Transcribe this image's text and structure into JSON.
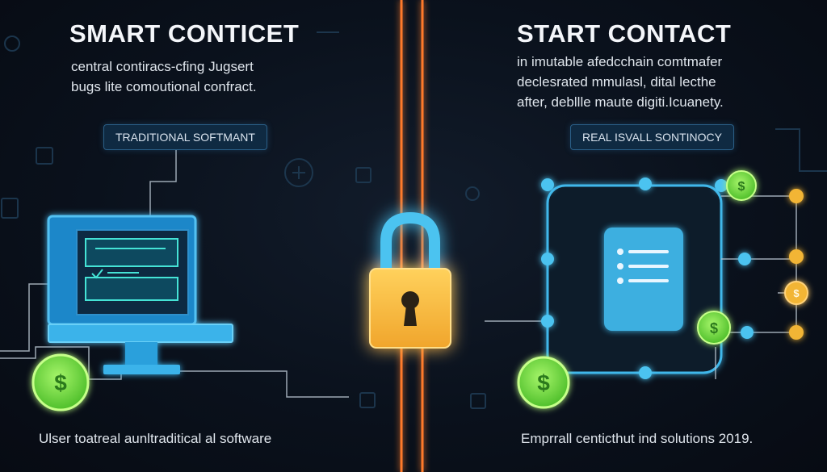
{
  "left": {
    "title": "SMART CONTICET",
    "description": [
      "central contiracs-cfing Jugsert",
      "bugs lite comoutional confract."
    ],
    "tag": "TRADITIONAL SOFTMANT",
    "caption": "Ulser toatreal aunltraditical al software"
  },
  "right": {
    "title": "START CONTACT",
    "description": [
      "in imutable afedcchain comtmafer",
      "declesrated mmulasl, dital lecthe",
      "after, debllle maute digiti.Icuanety."
    ],
    "tag": "REAL ISVALL SONTINOCY",
    "caption": "Emprrall centicthut ind solutions 2019."
  },
  "coin_symbol": "$",
  "colors": {
    "accent_blue": "#4cc3f0",
    "lock_gold": "#f5b942",
    "beam_orange": "#ff7a2a",
    "coin_green": "#7be34b",
    "node_gold": "#f2b534"
  },
  "icons": [
    "monitor-icon",
    "padlock-icon",
    "document-icon",
    "dollar-coin-icon",
    "plus-icon"
  ]
}
